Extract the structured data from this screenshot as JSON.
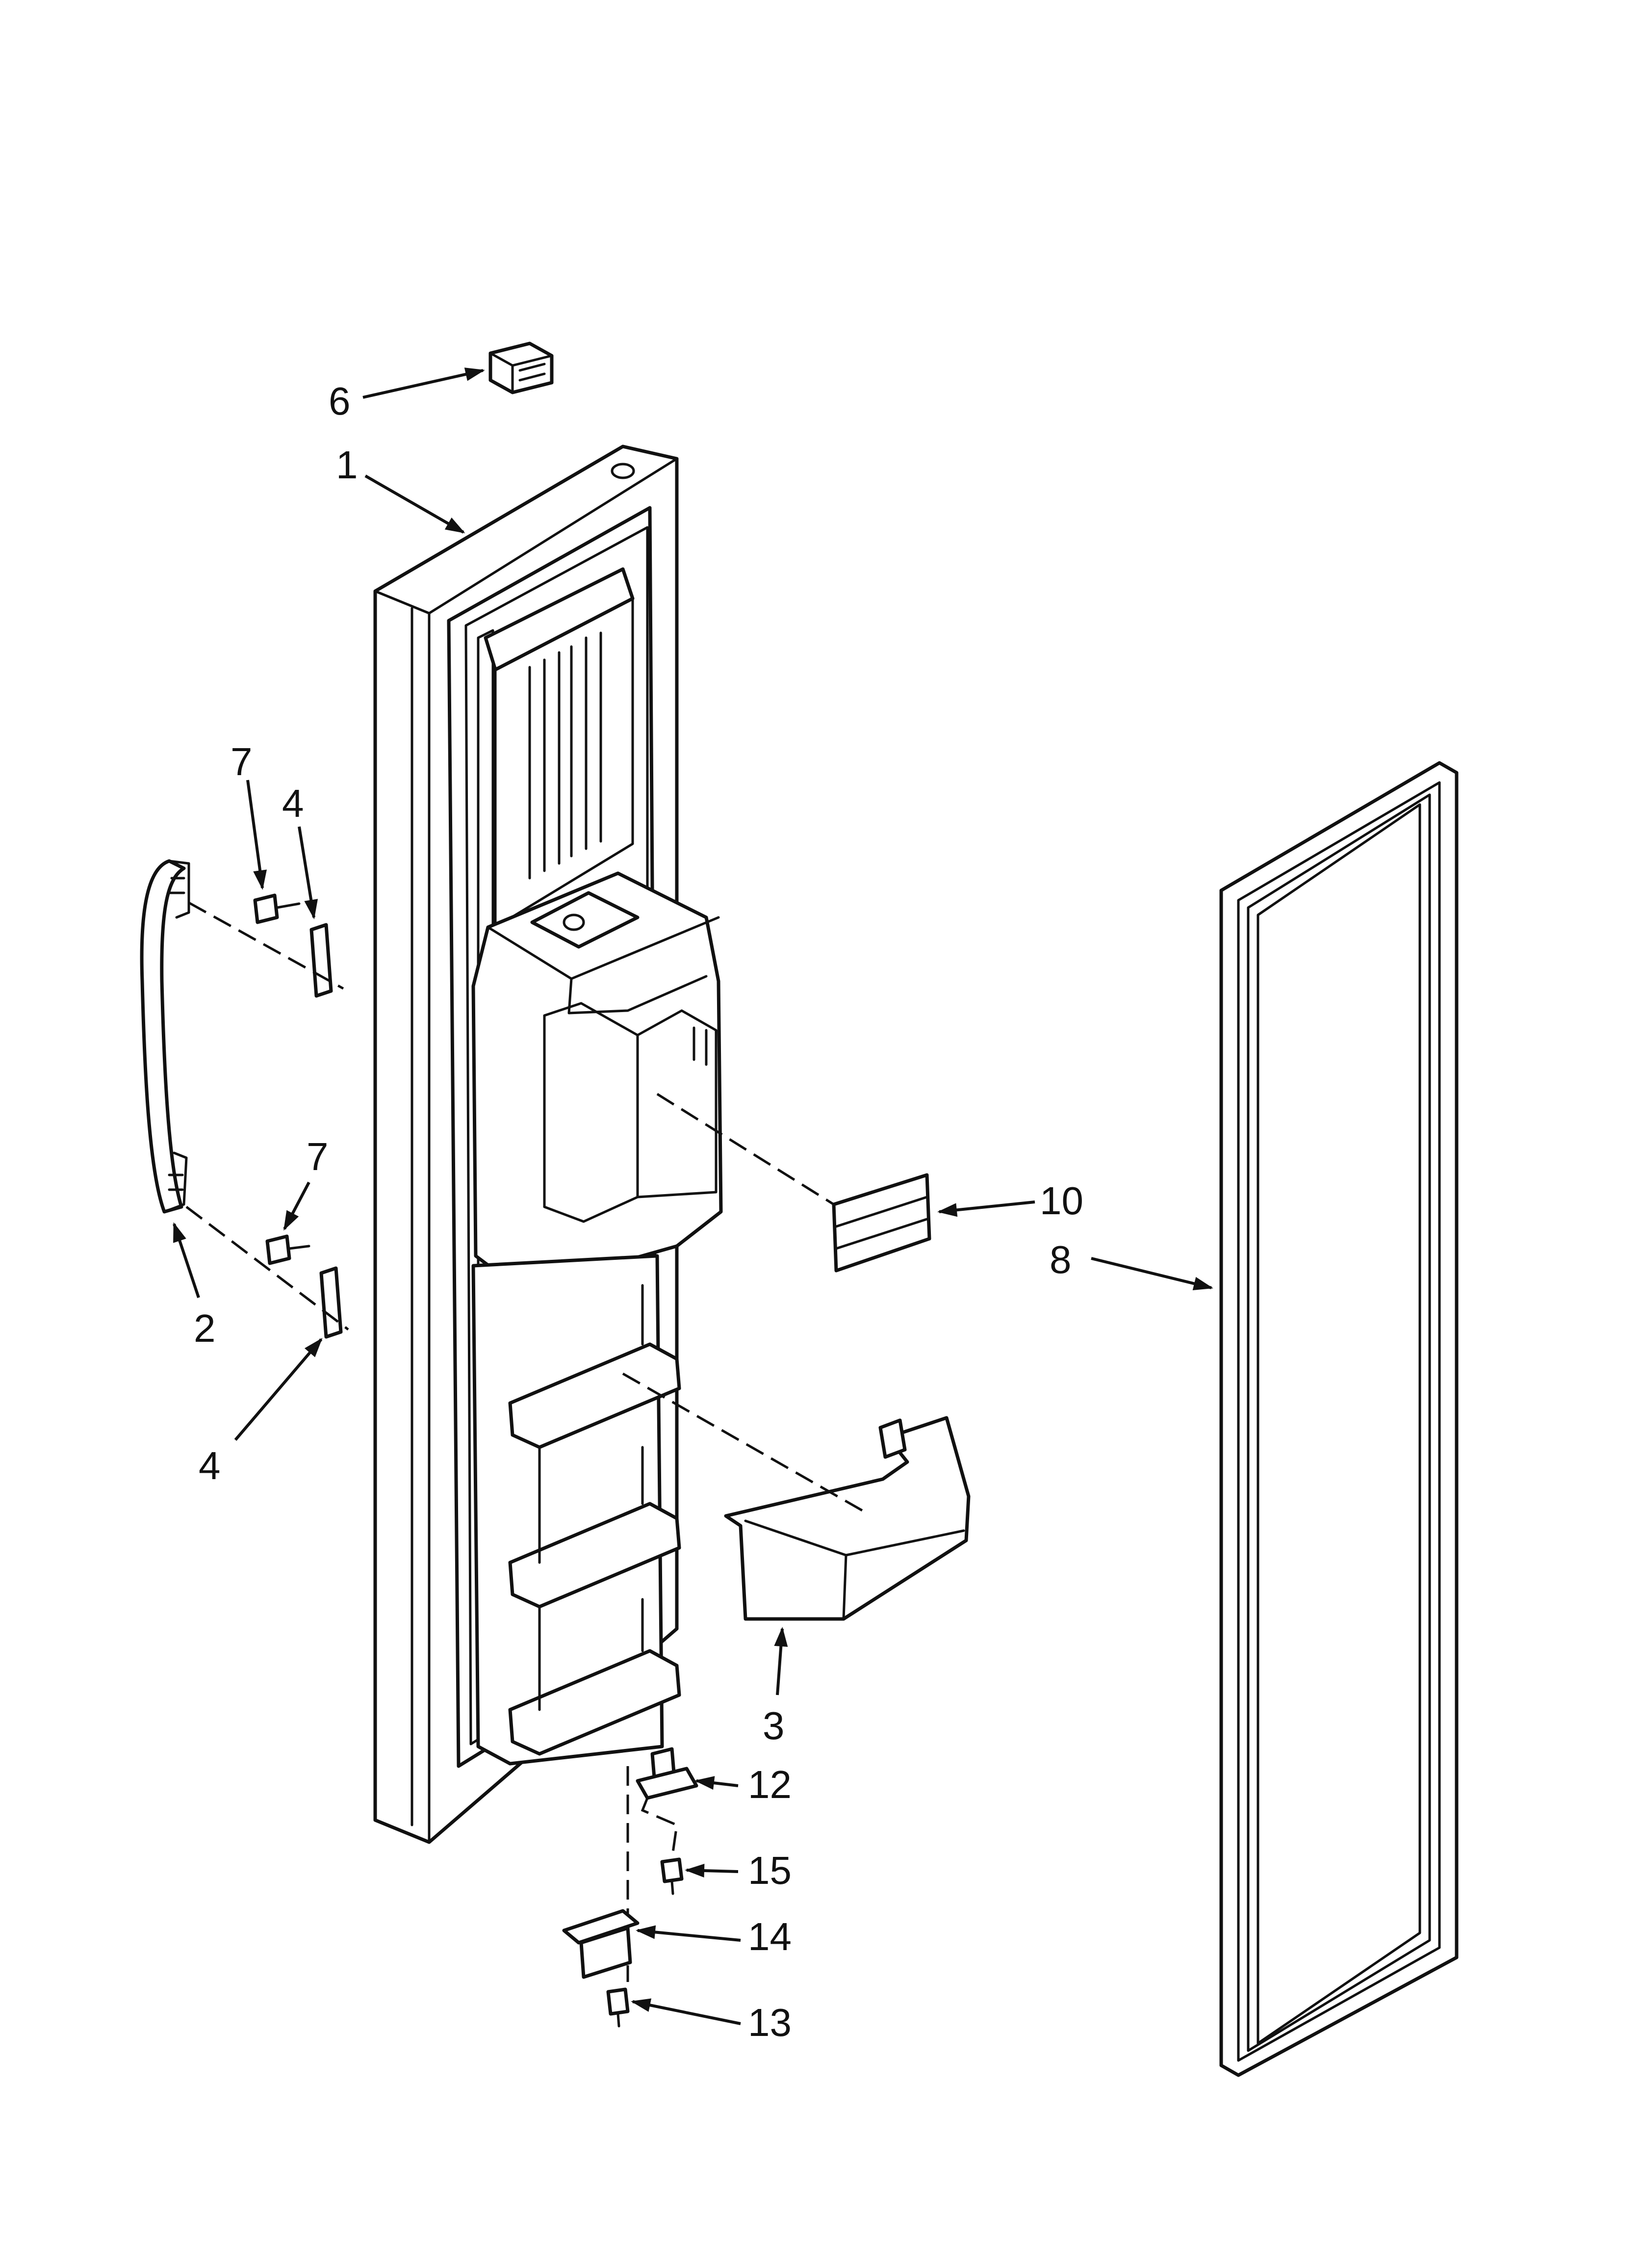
{
  "diagram": {
    "background": "#ffffff",
    "ink": "#111111",
    "callouts": [
      "1",
      "2",
      "3",
      "4",
      "4",
      "6",
      "7",
      "7",
      "8",
      "10",
      "12",
      "13",
      "14",
      "15"
    ]
  }
}
